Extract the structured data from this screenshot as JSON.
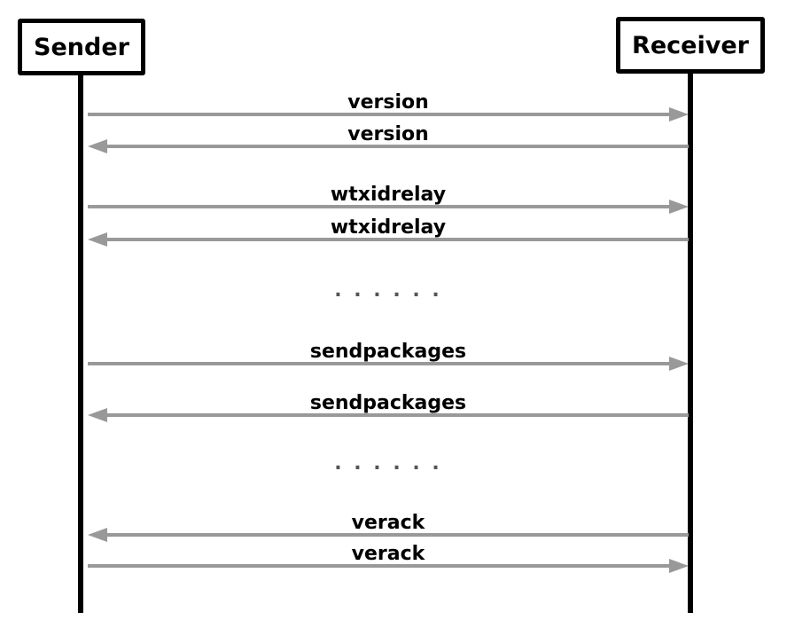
{
  "diagram": {
    "participants": [
      {
        "label": "Sender"
      },
      {
        "label": "Receiver"
      }
    ],
    "messages": [
      {
        "type": "arrow",
        "label": "version",
        "from": "Sender",
        "to": "Receiver"
      },
      {
        "type": "arrow",
        "label": "version",
        "from": "Receiver",
        "to": "Sender"
      },
      {
        "type": "arrow",
        "label": "wtxidrelay",
        "from": "Sender",
        "to": "Receiver"
      },
      {
        "type": "arrow",
        "label": "wtxidrelay",
        "from": "Receiver",
        "to": "Sender"
      },
      {
        "type": "ellipsis",
        "label": ". . . . . ."
      },
      {
        "type": "arrow",
        "label": "sendpackages",
        "from": "Sender",
        "to": "Receiver"
      },
      {
        "type": "arrow",
        "label": "sendpackages",
        "from": "Receiver",
        "to": "Sender"
      },
      {
        "type": "ellipsis",
        "label": ". . . . . ."
      },
      {
        "type": "arrow",
        "label": "verack",
        "from": "Receiver",
        "to": "Sender"
      },
      {
        "type": "arrow",
        "label": "verack",
        "from": "Sender",
        "to": "Receiver"
      }
    ],
    "colors": {
      "arrow": "#999999",
      "ellipsis": "#555555",
      "lifeline": "#000000",
      "box_border": "#000000",
      "box_fill": "#ffffff",
      "label_text": "#000000",
      "background": "#ffffff"
    }
  }
}
